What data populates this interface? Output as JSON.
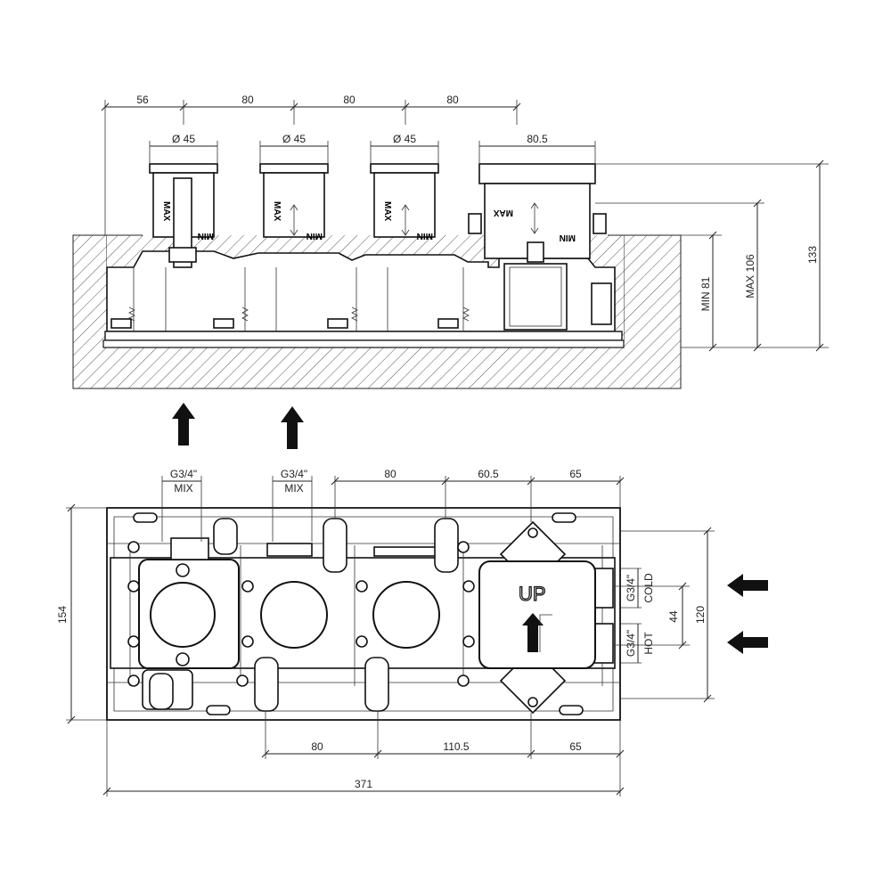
{
  "side_view": {
    "top_dims": [
      "56",
      "80",
      "80",
      "80"
    ],
    "diameters": [
      "Ø 45",
      "Ø 45",
      "Ø 45"
    ],
    "cartridge_width": "80.5",
    "max_label": "MAX",
    "min_label": "MIN",
    "right_dims": {
      "min": "MIN 81",
      "max": "MAX 106",
      "total": "133"
    }
  },
  "plan_view": {
    "outlets": [
      {
        "thread": "G3/4\"",
        "label": "MIX"
      },
      {
        "thread": "G3/4\"",
        "label": "MIX"
      }
    ],
    "top_dims": [
      "80",
      "60.5",
      "65"
    ],
    "bottom_dims": [
      "80",
      "110.5",
      "65"
    ],
    "overall_width": "371",
    "overall_height": "154",
    "inlet_spacing": "120",
    "inlet_gap": "44",
    "inlets": [
      {
        "thread": "G3/4\"",
        "label": "COLD"
      },
      {
        "thread": "G3/4\"",
        "label": "HOT"
      }
    ],
    "up_label": "UP"
  }
}
